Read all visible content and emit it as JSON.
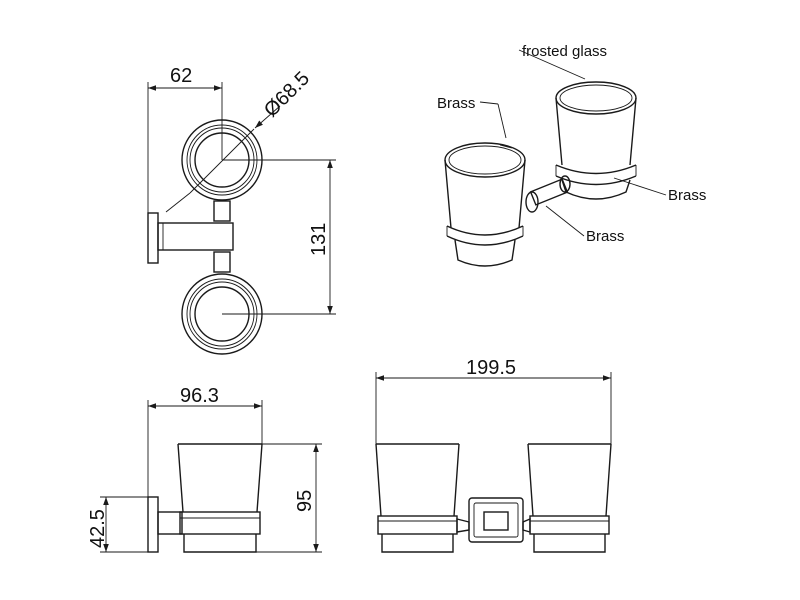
{
  "dimensions": {
    "top_width": "62",
    "diameter": "Ø68.5",
    "vertical_spacing": "131",
    "side_width": "96.3",
    "side_height": "95",
    "backplate_height": "42.5",
    "total_width": "199.5"
  },
  "callouts": {
    "glass": "frosted glass",
    "brass_top": "Brass",
    "brass_right": "Brass",
    "brass_bottom": "Brass"
  }
}
